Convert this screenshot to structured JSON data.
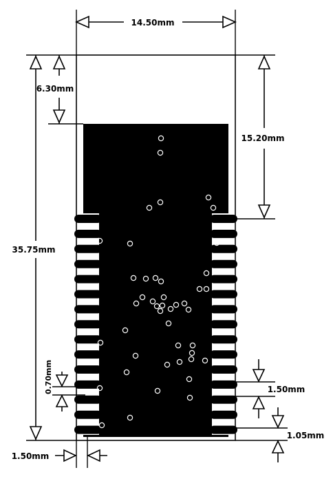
{
  "colors": {
    "ink": "#000000",
    "paper": "#ffffff"
  },
  "dimensions": {
    "width": "14.50mm",
    "length": "35.75mm",
    "antenna_offset": "6.30mm",
    "antenna_length": "15.20mm",
    "pad_width": "0.70mm",
    "pad_pitch": "1.50mm",
    "bottom_clearance": "1.05mm",
    "side_offset": "1.50mm"
  }
}
